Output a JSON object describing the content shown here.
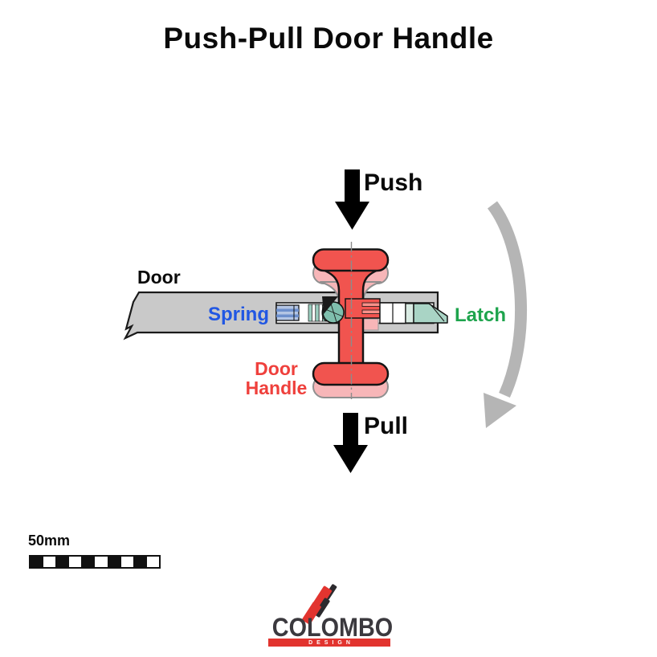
{
  "title": "Push-Pull Door Handle",
  "diagram": {
    "labels": {
      "push": "Push",
      "pull": "Pull",
      "door": "Door",
      "spring": "Spring",
      "latch": "Latch",
      "door_handle_line1": "Door",
      "door_handle_line2": "Handle"
    }
  },
  "scale_bar": {
    "label": "50mm",
    "segments": 10
  },
  "logo": {
    "brand": "COLOMBO",
    "tagline": "DESIGN"
  },
  "colors": {
    "handle_red": "#f1544f",
    "handle_ghost_pink": "#f7b6b8",
    "door_gray": "#c9c9c9",
    "latch_teal": "#a9d4c5",
    "cam_teal": "#7fbfad",
    "spring_housing_blue": "#b3c5e4",
    "spring_label_blue": "#2157e3",
    "latch_label_green": "#1ea44d",
    "door_handle_label_red": "#ef403c",
    "motion_arrow_gray": "#b5b5b5",
    "logo_red": "#e2342f",
    "logo_text": "#3b393e"
  }
}
